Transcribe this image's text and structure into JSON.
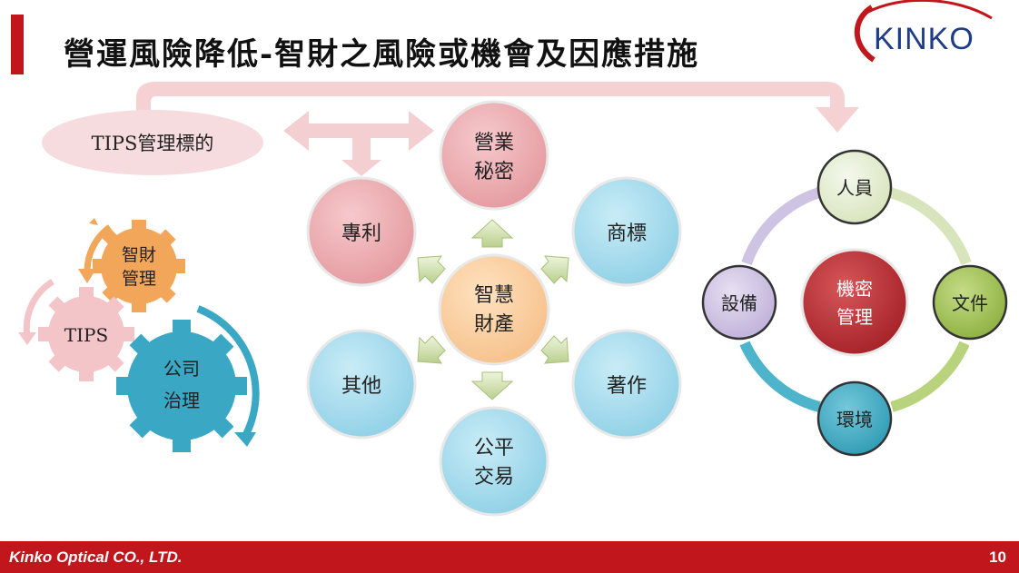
{
  "title": "營運風險降低-智財之風險或機會及因應措施",
  "logo": {
    "text": "KINKO"
  },
  "footer": {
    "company": "Kinko Optical CO., LTD.",
    "page_number": "10"
  },
  "colors": {
    "accent": "#c0161c",
    "brand_blue": "#1f3c88"
  },
  "tips_label": "TIPS管理標的",
  "gears": {
    "ip_management": [
      "智財",
      "管理"
    ],
    "tips": [
      "TIPS"
    ],
    "corporate_governance": [
      "公司",
      "治理"
    ]
  },
  "center_cluster": {
    "center": [
      "智慧",
      "財產"
    ],
    "trade_secret": [
      "營業",
      "秘密"
    ],
    "trademark": [
      "商標"
    ],
    "copyright": [
      "著作"
    ],
    "fair_trade": [
      "公平",
      "交易"
    ],
    "other": [
      "其他"
    ],
    "patent": [
      "專利"
    ]
  },
  "security_cycle": {
    "center": [
      "機密",
      "管理"
    ],
    "personnel": [
      "人員"
    ],
    "documents": [
      "文件"
    ],
    "environment": [
      "環境"
    ],
    "equipment": [
      "設備"
    ]
  }
}
